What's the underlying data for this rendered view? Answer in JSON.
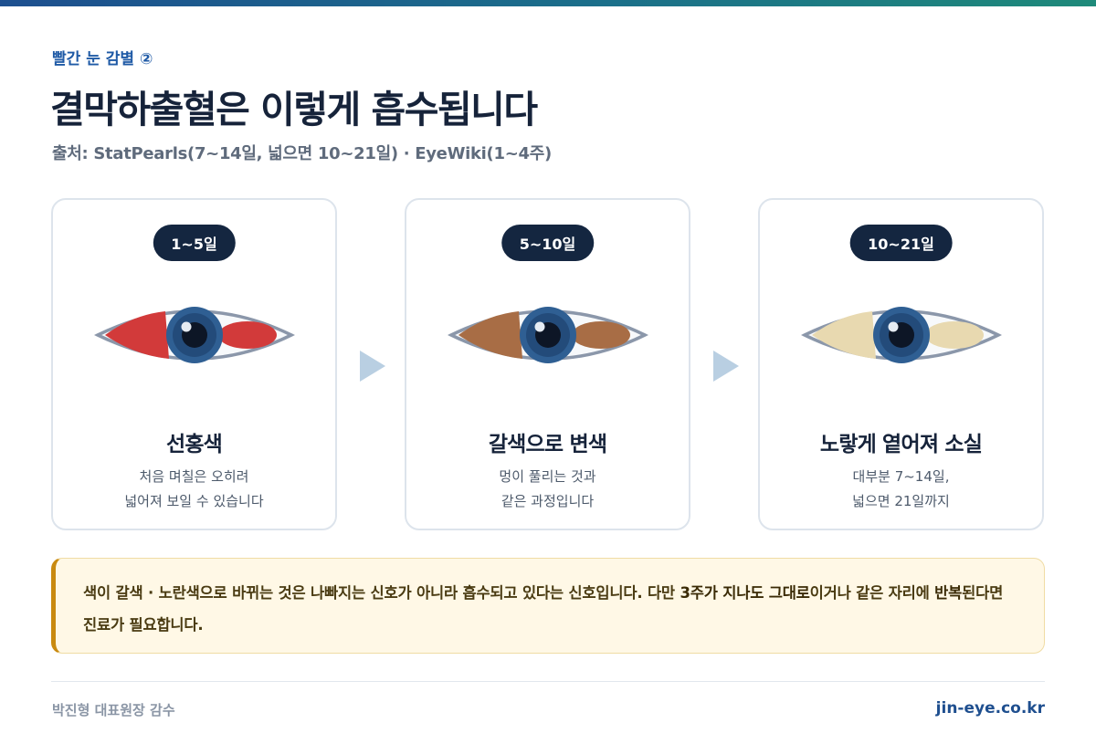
{
  "header": {
    "eyebrow": "빨간 눈 감별 ②",
    "title": "결막하출혈은 이렇게 흡수됩니다",
    "source": "출처: StatPearls(7~14일, 넓으면 10~21일) · EyeWiki(1~4주)"
  },
  "stages": [
    {
      "period": "1~5일",
      "name": "선홍색",
      "desc_line1": "처음 며칠은 오히려",
      "desc_line2": "넓어져 보일 수 있습니다",
      "color": "#d23a3a"
    },
    {
      "period": "5~10일",
      "name": "갈색으로 변색",
      "desc_line1": "멍이 풀리는 것과",
      "desc_line2": "같은 과정입니다",
      "color": "#a86d45"
    },
    {
      "period": "10~21일",
      "name": "노랗게 옅어져 소실",
      "desc_line1": "대부분 7~14일,",
      "desc_line2": "넓으면 21일까지",
      "color": "#e8d9b0"
    }
  ],
  "note": {
    "part1": "색이 갈색 · 노란색으로 바뀌는 것은 나빠지는 신호가 아니라 흡수되고 있다는 신호입니다. 다만 ",
    "emph1": "3주가 지나도 그대로",
    "part2": "이거나 같은 자리에 ",
    "emph2": "반복",
    "part3": "된다면 진료가 필요합니다."
  },
  "footer": {
    "left": "박진형 대표원장 감수",
    "right": "jin-eye.co.kr"
  },
  "colors": {
    "accent": "#1f5aa6",
    "pill": "#142640",
    "note_border": "#c98a10",
    "iris": "#2f5f93"
  }
}
